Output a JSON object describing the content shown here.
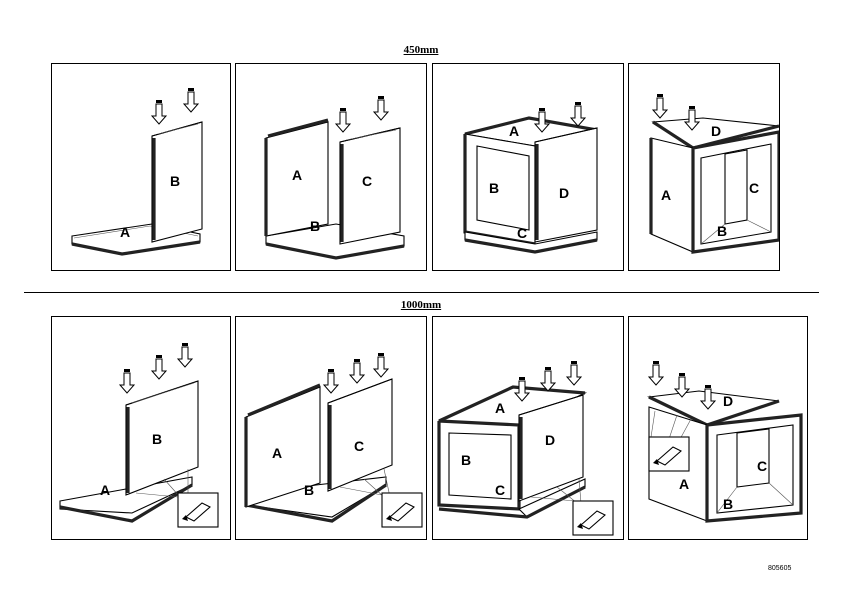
{
  "sections": {
    "top_title": "450mm",
    "bottom_title": "1000mm"
  },
  "panels_450": [
    {
      "labels": [
        "B",
        "A"
      ]
    },
    {
      "labels": [
        "A",
        "C",
        "B"
      ]
    },
    {
      "labels": [
        "A",
        "B",
        "D",
        "C"
      ]
    },
    {
      "labels": [
        "D",
        "A",
        "C",
        "B"
      ]
    }
  ],
  "panels_1000": [
    {
      "labels": [
        "B",
        "A"
      ]
    },
    {
      "labels": [
        "A",
        "C",
        "B"
      ]
    },
    {
      "labels": [
        "A",
        "D",
        "B",
        "C"
      ]
    },
    {
      "labels": [
        "D",
        "C",
        "A",
        "B"
      ]
    }
  ],
  "reference": "805605"
}
